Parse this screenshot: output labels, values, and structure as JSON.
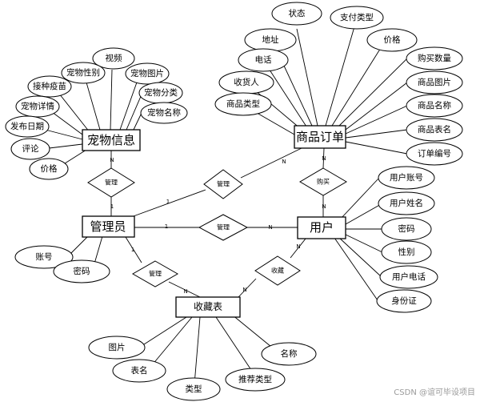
{
  "entities": {
    "pet_info": "宠物信息",
    "admin": "管理员",
    "user": "用户",
    "order": "商品订单",
    "favorites": "收藏表"
  },
  "relations": {
    "manage_pet": "管理",
    "manage_order": "管理",
    "manage_user": "管理",
    "manage_fav": "管理",
    "buy": "购买",
    "collect": "收藏"
  },
  "cardinalities": {
    "pet_top": "N",
    "pet_bottom": "1",
    "order_admin_1": "1",
    "order_admin_n": "N",
    "admin_user_1": "1",
    "admin_user_n": "N",
    "buy_top": "N",
    "buy_bottom": "N",
    "fav_admin_1": "1",
    "fav_admin_n": "N",
    "fav_user_n": "N",
    "fav_user_n2": "N"
  },
  "pet_attrs": {
    "video": "视频",
    "gender": "宠物性别",
    "picture": "宠物图片",
    "vaccine": "接种疫苗",
    "category": "宠物分类",
    "detail": "宠物详情",
    "name": "宠物名称",
    "release_date": "发布日期",
    "comment": "评论",
    "price": "价格"
  },
  "order_attrs": {
    "status": "状态",
    "pay_type": "支付类型",
    "address": "地址",
    "price": "价格",
    "phone": "电话",
    "buy_qty": "购买数量",
    "receiver": "收货人",
    "goods_pic": "商品图片",
    "goods_type": "商品类型",
    "goods_name": "商品名称",
    "goods_table": "商品表名",
    "order_no": "订单编号"
  },
  "user_attrs": {
    "account": "用户账号",
    "name": "用户姓名",
    "password": "密码",
    "gender": "性别",
    "phone": "用户电话",
    "id_card": "身份证"
  },
  "admin_attrs": {
    "account": "账号",
    "password": "密码"
  },
  "fav_attrs": {
    "picture": "图片",
    "table_name": "表名",
    "type": "类型",
    "rec_type": "推荐类型",
    "name": "名称"
  },
  "watermark": "CSDN @谊可毕设项目",
  "colors": {
    "stroke": "#000000",
    "background": "#ffffff",
    "watermark": "#9a9a9a"
  }
}
